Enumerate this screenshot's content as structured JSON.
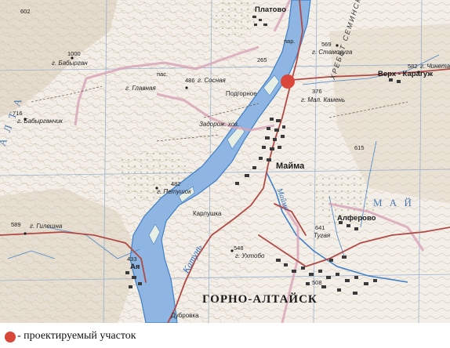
{
  "map": {
    "labels": {
      "platovo": "Платово",
      "parom": "пар.",
      "n265": "265",
      "stamovuga": "г. Стамовуга",
      "n569": "569",
      "n582": "582",
      "chineta": "г. Чинета",
      "verkh_karagui": "Верх - Карагуж",
      "n486": "486",
      "sosnaya": "г. Сосная",
      "podgornoe": "Подгорное",
      "n376": "376",
      "mal_kamen": "г. Мал. Камень",
      "zadorozh": "Задорож. хоз.",
      "baburgan": "г. Бабырган",
      "n1000": "1000",
      "glavnaya": "г. Главная",
      "n716": "716",
      "baburganchik": "г. Бабырганчик",
      "n602": "602",
      "mayma": "Майма",
      "n615": "615",
      "n482": "482",
      "petushok": "г. Петушок",
      "karlushka": "Карлушка",
      "n589": "589",
      "gileshna": "г. Гилешна",
      "alferovo": "Алферово",
      "n641": "641",
      "tugaya": "Тугая",
      "n548": "548",
      "ukhtobo": "г. Ухтобо",
      "n433": "433",
      "aya": "Ая",
      "n508": "508",
      "gorno_altaysk": "ГОРНО-АЛТАЙСК",
      "dubrovka": "Дубровка",
      "katun": "Катунь",
      "mayma_river": "Майма",
      "range_left": "А Л Т А",
      "range_right": "М А Й",
      "ridge": "ХРЕБЕТ СЕМИНСКИЙ",
      "pas": "пас."
    }
  },
  "colors": {
    "paper": "#f3efe8",
    "water": "#8fb6e2",
    "water_edge": "#3f7fc6",
    "boundary": "#d8a2b8",
    "road": "#b04a46",
    "grid": "#8ea9cf",
    "marker": "#d9473a"
  },
  "legend": {
    "marker_icon": "red-dot-icon",
    "text": "- проектируемый участок"
  }
}
